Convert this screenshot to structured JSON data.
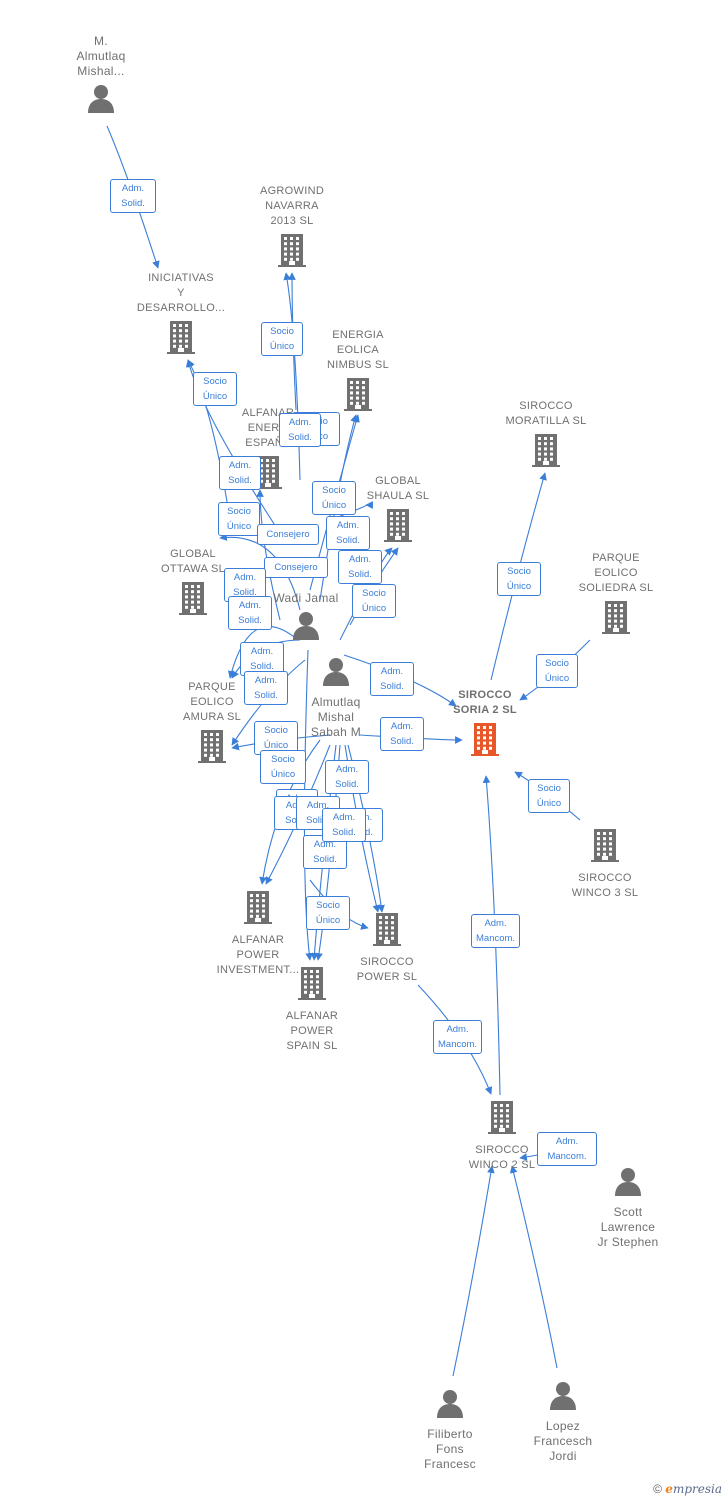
{
  "colors": {
    "edge": "#3b7ed8",
    "node": "#707070",
    "target": "#e8572a",
    "label": "#707070"
  },
  "nodes": [
    {
      "id": "almutlaq_top",
      "type": "person",
      "lines": [
        "M.",
        "Almutlaq",
        "Mishal..."
      ]
    },
    {
      "id": "iniciativas",
      "type": "company",
      "lines": [
        "INICIATIVAS",
        "Y",
        "DESARROLLO..."
      ]
    },
    {
      "id": "agrowind",
      "type": "company",
      "lines": [
        "AGROWIND",
        "NAVARRA",
        "2013 SL"
      ]
    },
    {
      "id": "energia_eolica",
      "type": "company",
      "lines": [
        "ENERGIA",
        "EOLICA",
        "NIMBUS SL"
      ]
    },
    {
      "id": "alfanar_energia",
      "type": "company",
      "lines": [
        "ALFANAR",
        "ENERG",
        "ESPAÑA"
      ]
    },
    {
      "id": "global_shaula",
      "type": "company",
      "lines": [
        "GLOBAL",
        "SHAULA SL"
      ]
    },
    {
      "id": "global_ottawa",
      "type": "company",
      "lines": [
        "GLOBAL",
        "OTTAWA SL"
      ]
    },
    {
      "id": "wadi_jamal",
      "type": "person",
      "lines": [
        "Wadi Jamal"
      ]
    },
    {
      "id": "almutlaq_sabah",
      "type": "person",
      "lines": [
        "Almutlaq",
        "Mishal",
        "Sabah M"
      ]
    },
    {
      "id": "parque_amura",
      "type": "company",
      "lines": [
        "PARQUE",
        "EOLICO",
        "AMURA SL"
      ]
    },
    {
      "id": "sirocco_moratilla",
      "type": "company",
      "lines": [
        "SIROCCO",
        "MORATILLA SL"
      ]
    },
    {
      "id": "parque_soliedra",
      "type": "company",
      "lines": [
        "PARQUE",
        "EOLICO",
        "SOLIEDRA SL"
      ]
    },
    {
      "id": "sirocco_soria",
      "type": "target",
      "lines": [
        "SIROCCO",
        "SORIA 2 SL"
      ]
    },
    {
      "id": "sirocco_winco3",
      "type": "company",
      "lines": [
        "SIROCCO",
        "WINCO 3 SL"
      ]
    },
    {
      "id": "alfanar_investment",
      "type": "company",
      "lines": [
        "ALFANAR",
        "POWER",
        "INVESTMENT..."
      ]
    },
    {
      "id": "sirocco_power",
      "type": "company",
      "lines": [
        "SIROCCO",
        "POWER SL"
      ]
    },
    {
      "id": "alfanar_spain",
      "type": "company",
      "lines": [
        "ALFANAR",
        "POWER",
        "SPAIN SL"
      ]
    },
    {
      "id": "sirocco_winco2",
      "type": "company",
      "lines": [
        "SIROCCO",
        "WINCO 2 SL"
      ]
    },
    {
      "id": "scott",
      "type": "person",
      "lines": [
        "Scott",
        "Lawrence",
        "Jr Stephen"
      ]
    },
    {
      "id": "filiberto",
      "type": "person",
      "lines": [
        "Filiberto",
        "Fons",
        "Francesc"
      ]
    },
    {
      "id": "lopez",
      "type": "person",
      "lines": [
        "Lopez",
        "Francesch",
        "Jordi"
      ]
    }
  ],
  "badges": [
    {
      "lines": [
        "Adm.",
        "Solid."
      ]
    },
    {
      "lines": [
        "Socio",
        "Único"
      ]
    },
    {
      "lines": [
        "Socio",
        "Único"
      ]
    },
    {
      "lines": [
        "Adm.",
        "Solid."
      ]
    },
    {
      "lines": [
        "Socio",
        "Único"
      ]
    },
    {
      "lines": [
        "Adm.",
        "Solid."
      ]
    },
    {
      "lines": [
        "Socio",
        "Único"
      ]
    },
    {
      "lines": [
        "Socio",
        "Único"
      ]
    },
    {
      "lines": [
        "Adm.",
        "Solid."
      ]
    },
    {
      "lines": [
        "Consejero"
      ]
    },
    {
      "lines": [
        "Consejero"
      ]
    },
    {
      "lines": [
        "Adm.",
        "Solid."
      ]
    },
    {
      "lines": [
        "Adm.",
        "Solid."
      ]
    },
    {
      "lines": [
        "Socio",
        "Único"
      ]
    },
    {
      "lines": [
        "Adm.",
        "Solid."
      ]
    },
    {
      "lines": [
        "Adm.",
        "Solid."
      ]
    },
    {
      "lines": [
        "Adm.",
        "Solid."
      ]
    },
    {
      "lines": [
        "Socio",
        "Único"
      ]
    },
    {
      "lines": [
        "Socio",
        "Único"
      ]
    },
    {
      "lines": [
        "Adm.",
        "Solid."
      ]
    },
    {
      "lines": [
        "Adm.",
        "Solid."
      ]
    },
    {
      "lines": [
        "Adm.",
        "Solid."
      ]
    },
    {
      "lines": [
        "Adm.",
        "Solid."
      ]
    },
    {
      "lines": [
        "Adm.",
        "Solid."
      ]
    },
    {
      "lines": [
        "Adm.",
        "Solid."
      ]
    },
    {
      "lines": [
        "Adm.",
        "Solid."
      ]
    },
    {
      "lines": [
        "Adm.",
        "Solid."
      ]
    },
    {
      "lines": [
        "Adm.",
        "Solid."
      ]
    },
    {
      "lines": [
        "Socio",
        "Único"
      ]
    },
    {
      "lines": [
        "Socio",
        "Único"
      ]
    },
    {
      "lines": [
        "Socio",
        "Único"
      ]
    },
    {
      "lines": [
        "Socio",
        "Único"
      ]
    },
    {
      "lines": [
        "Adm.",
        "Mancom."
      ]
    },
    {
      "lines": [
        "Adm.",
        "Mancom."
      ]
    },
    {
      "lines": [
        "Adm.",
        "Mancom."
      ]
    }
  ],
  "brand": {
    "copyright": "©",
    "logo_initial": "e",
    "logo_rest": "mpresia"
  }
}
